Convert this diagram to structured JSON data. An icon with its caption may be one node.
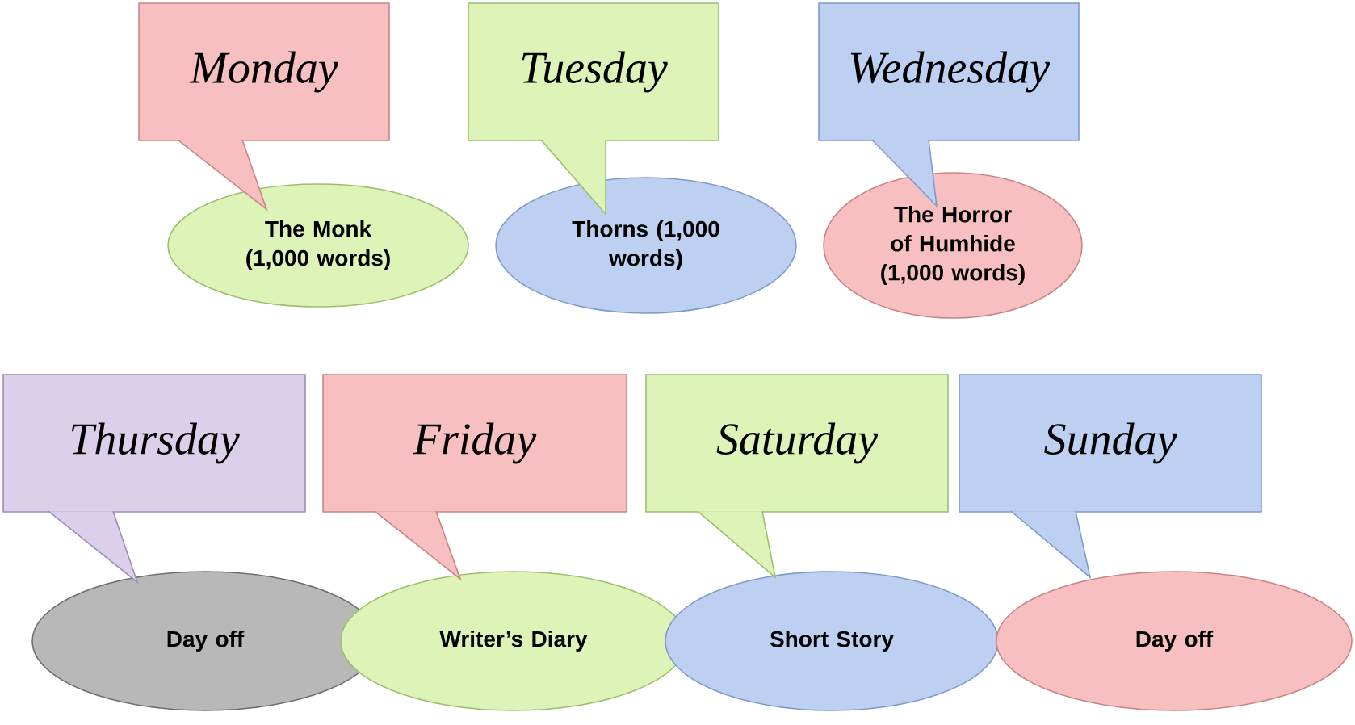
{
  "diagram": {
    "nodes": [
      {
        "text": [
          "Monday"
        ]
      },
      {
        "text": [
          "Tuesday"
        ]
      },
      {
        "text": [
          "Wednesday"
        ]
      },
      {
        "text": [
          "The Monk (1,000 words)"
        ]
      },
      {
        "text": [
          "Thorns (1,000 words)"
        ]
      },
      {
        "text": [
          "The Horror of Humhide (1,000 words)"
        ]
      },
      {
        "text": [
          "Thursday"
        ]
      },
      {
        "text": [
          "Friday"
        ]
      },
      {
        "text": [
          "Saturday"
        ]
      },
      {
        "text": [
          "Sunday"
        ]
      },
      {
        "text": [
          "Day off"
        ]
      },
      {
        "text": [
          "Writer’s Diary"
        ]
      },
      {
        "text": [
          "Short Story"
        ]
      },
      {
        "text": [
          "Day off"
        ]
      }
    ],
    "edges": [
      {
        "from": 0,
        "to": 3,
        "arrow": "to"
      },
      {
        "from": 1,
        "to": 4,
        "arrow": "to"
      },
      {
        "from": 2,
        "to": 5,
        "arrow": "to"
      },
      {
        "from": 6,
        "to": 10,
        "arrow": "to"
      },
      {
        "from": 7,
        "to": 11,
        "arrow": "to"
      },
      {
        "from": 8,
        "to": 12,
        "arrow": "to"
      },
      {
        "from": 9,
        "to": 13,
        "arrow": "to"
      }
    ]
  }
}
